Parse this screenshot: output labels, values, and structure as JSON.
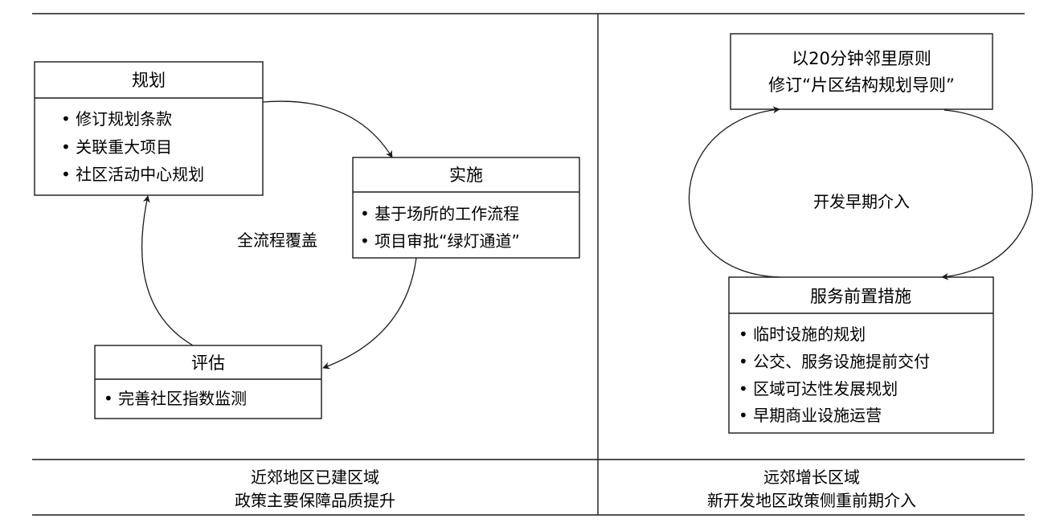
{
  "left": {
    "plan": {
      "title": "规划",
      "items": [
        "• 修订规划条款",
        "• 关联重大项目",
        "• 社区活动中心规划"
      ]
    },
    "implement": {
      "title": "实施",
      "items": [
        "• 基于场所的工作流程",
        "• 项目审批“绿灯通道”"
      ]
    },
    "evaluate": {
      "title": "评估",
      "items": [
        "• 完善社区指数监测"
      ]
    },
    "cycle_label": "全流程覆盖",
    "caption": {
      "line1": "近郊地区已建区域",
      "line2": "政策主要保障品质提升"
    }
  },
  "right": {
    "principle": {
      "line1": "以20分钟邻里原则",
      "line2": "修订“片区结构规划导则”"
    },
    "center_label": "开发早期介入",
    "service": {
      "title": "服务前置措施",
      "items": [
        "• 临时设施的规划",
        "• 公交、服务设施提前交付",
        "• 区域可达性发展规划",
        "• 早期商业设施运营"
      ]
    },
    "caption": {
      "line1": "远郊增长区域",
      "line2": "新开发地区政策侧重前期介入"
    }
  }
}
